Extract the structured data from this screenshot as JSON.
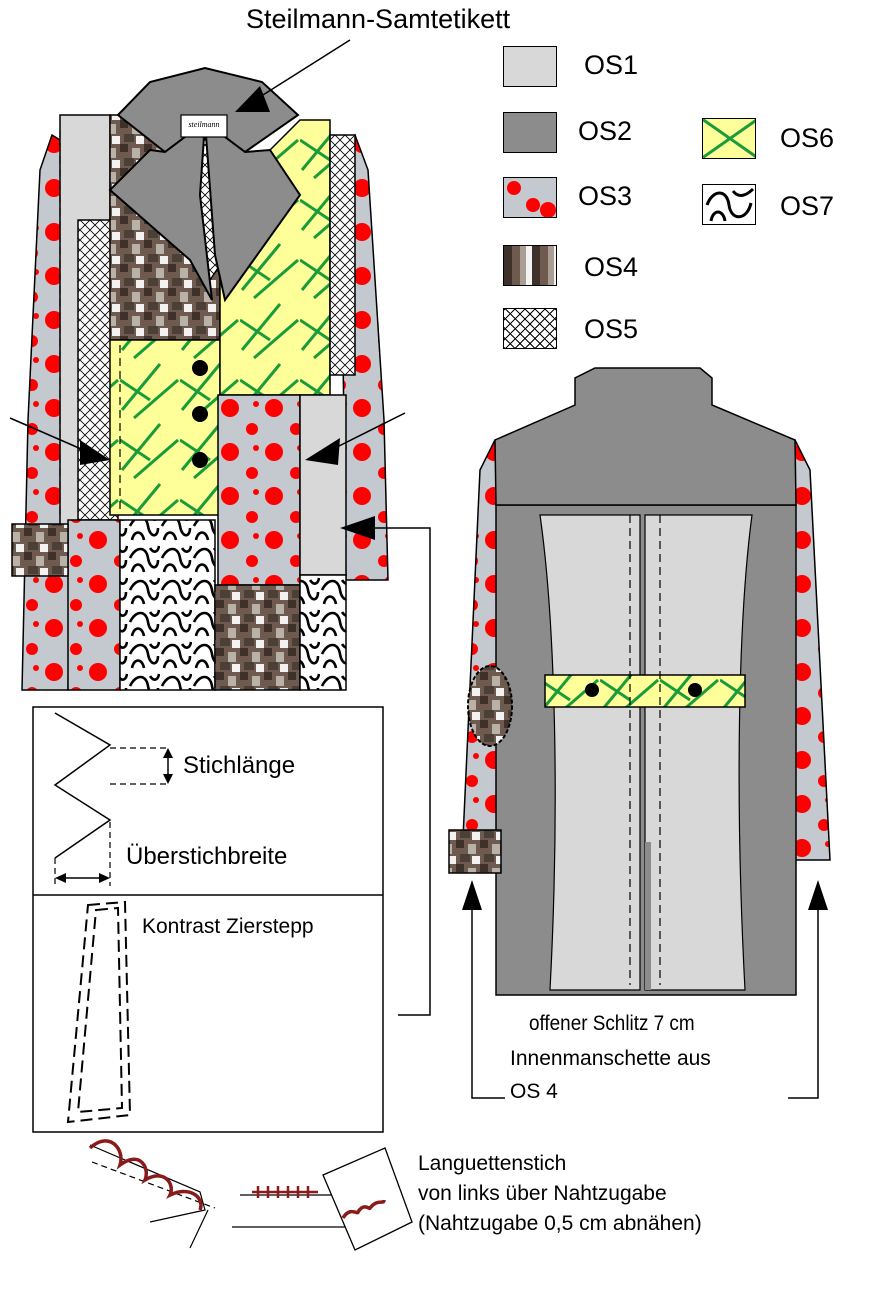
{
  "title_label": "Steilmann-Samtetikett",
  "brand_label": "steilmann",
  "legend": [
    {
      "code": "OS1"
    },
    {
      "code": "OS2"
    },
    {
      "code": "OS3"
    },
    {
      "code": "OS4"
    },
    {
      "code": "OS5"
    },
    {
      "code": "OS6"
    },
    {
      "code": "OS7"
    }
  ],
  "stitch_box": {
    "stitch_length": "Stichlänge",
    "overstitch_width": "Überstichbreite",
    "contrast_topstitch": "Kontrast Zierstepp"
  },
  "back_view": {
    "slit_label": "offener Schlitz 7 cm",
    "cuff_label_line1": "Innenmanschette aus",
    "cuff_label_line2": "OS 4"
  },
  "blanket_stitch": {
    "line1": "Languettenstich",
    "line2": "von links über Nahtzugabe",
    "line3": "(Nahtzugabe 0,5 cm abnähen)"
  },
  "colors": {
    "os1": "#d8d8d8",
    "os2": "#8c8c8c",
    "os3_base": "#c4c8cf",
    "os3_dot": "#ff0000",
    "os6_base": "#ffff99",
    "os6_line": "#1a9c3a",
    "thread": "#8b1a1a"
  }
}
